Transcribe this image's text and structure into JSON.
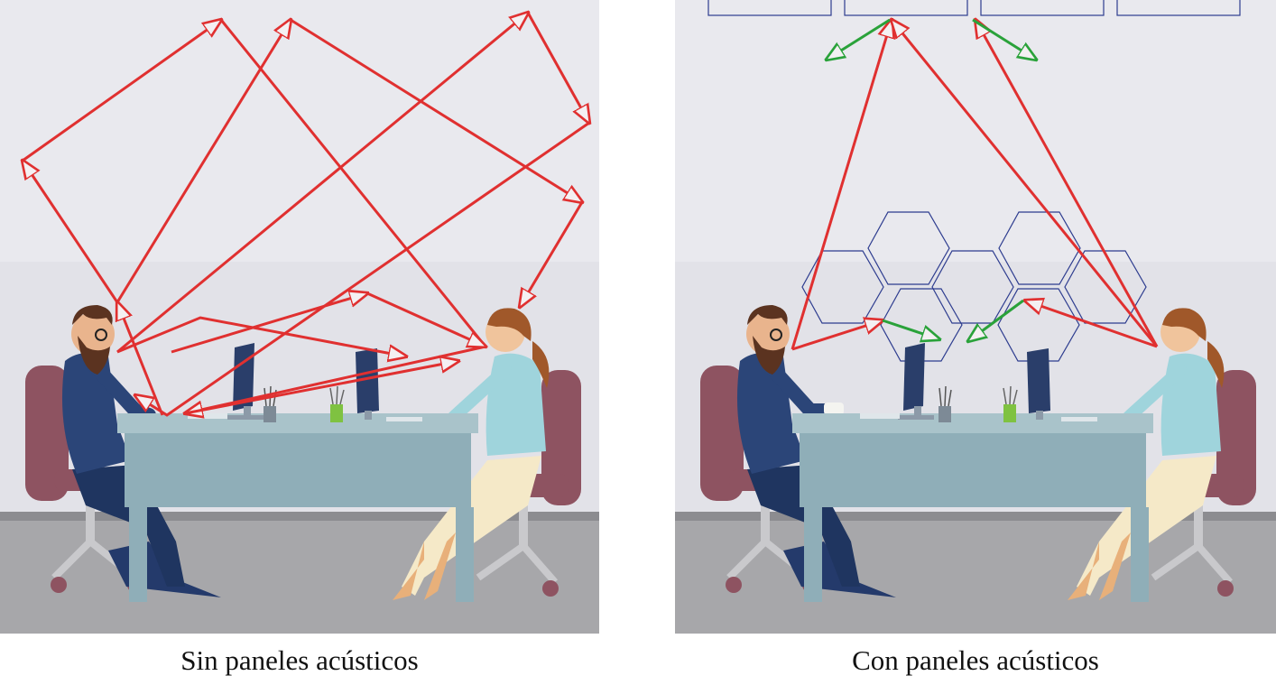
{
  "captions": {
    "left": "Sin paneles acústicos",
    "right": "Con paneles acústicos"
  },
  "colors": {
    "wall_upper": "#e9e9ee",
    "wall_lower": "#e2e2e8",
    "floor": "#a7a7aa",
    "desk": "#8faeb8",
    "chair": "#8e5361",
    "reflection_arrow": "#e03030",
    "absorbed_arrow": "#2aa23a",
    "acoustic_panel_outline": "#2d3c8f"
  },
  "icons": [
    "man-figure",
    "woman-figure",
    "desk",
    "monitor-icon",
    "office-chair",
    "hexagon-acoustic-panel",
    "ceiling-acoustic-panel"
  ]
}
